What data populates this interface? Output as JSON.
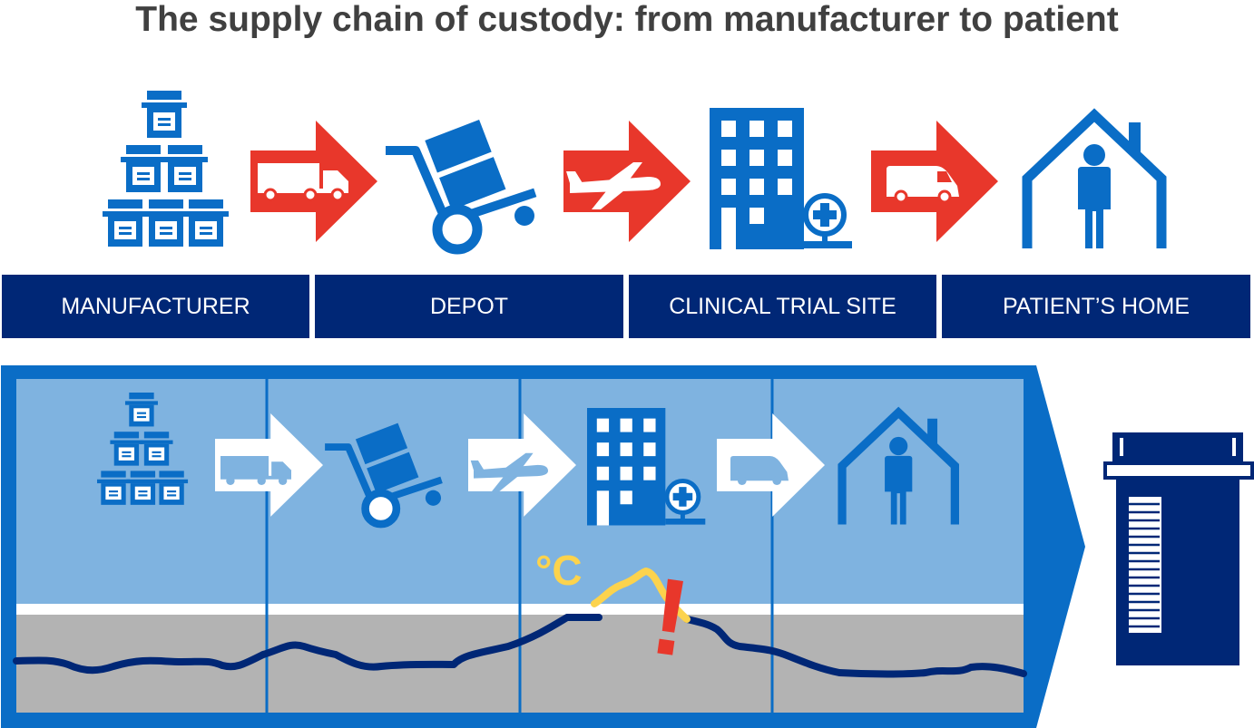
{
  "title": "The supply chain of custody: from manufacturer to patient",
  "stages": [
    {
      "label": "MANUFACTURER"
    },
    {
      "label": "DEPOT"
    },
    {
      "label": "CLINICAL TRIAL SITE"
    },
    {
      "label": "PATIENT’S HOME"
    }
  ],
  "transport": [
    "truck-icon",
    "airplane-icon",
    "van-icon"
  ],
  "temperature_unit": "°C",
  "alert_symbol": "!",
  "colors": {
    "primary_blue": "#0a6dc6",
    "navy": "#002776",
    "arrow_red": "#e8372b",
    "panel_light_blue": "#7fb3e0",
    "panel_border_blue": "#0a6dc6",
    "temperature_band_gray": "#b3b3b3",
    "excursion_yellow": "#fcd34d",
    "title_gray": "#404040"
  }
}
